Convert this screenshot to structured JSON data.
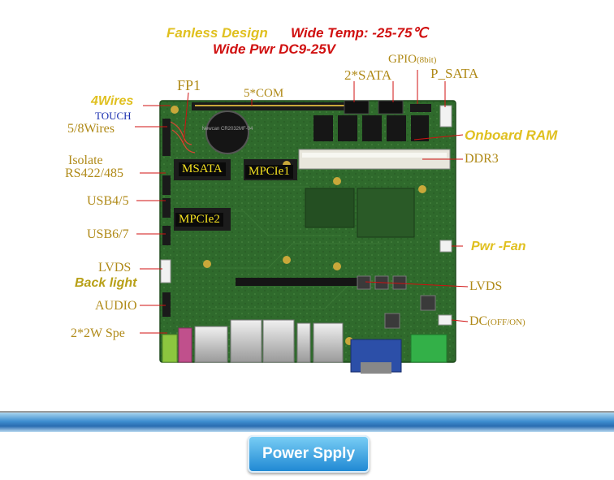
{
  "features": {
    "fanless": "Fanless Design",
    "wide_temp": "Wide Temp: -25-75℃",
    "wide_pwr": "Wide Pwr DC9-25V"
  },
  "labels_left": {
    "four_wires": "4Wires",
    "touch": "TOUCH",
    "wires_58": "5/8Wires",
    "isolate": "Isolate",
    "rs422": "RS422/485",
    "usb45": "USB4/5",
    "usb67": "USB6/7",
    "lvds": "LVDS",
    "backlight": "Back light",
    "audio": "AUDIO",
    "speaker": "2*2W Spe"
  },
  "labels_top": {
    "fp1": "FP1",
    "com": "5*COM",
    "sata": "2*SATA",
    "gpio": "GPIO",
    "gpio_note": "(8bit)",
    "psata": "P_SATA"
  },
  "labels_right": {
    "onboard_ram": "Onboard RAM",
    "ddr3": "DDR3",
    "pwr_fan": "Pwr -Fan",
    "lvds": "LVDS",
    "dc": "DC",
    "dc_note": "(OFF/ON)"
  },
  "board_labels": {
    "msata": "MSATA",
    "mpcie1": "MPCIe1",
    "mpcie2": "MPCIe2"
  },
  "chip_text": "Newcan CR2032MF-04",
  "button": {
    "label": "Power Spply"
  },
  "colors": {
    "pcb": "#2f6a2c",
    "yellow_text": "#e0c020",
    "red_text": "#d01010",
    "tan_text": "#b08a18",
    "blue_text": "#1a2fb0",
    "divider": "#3e8ed0",
    "button": "#1c86d2"
  }
}
